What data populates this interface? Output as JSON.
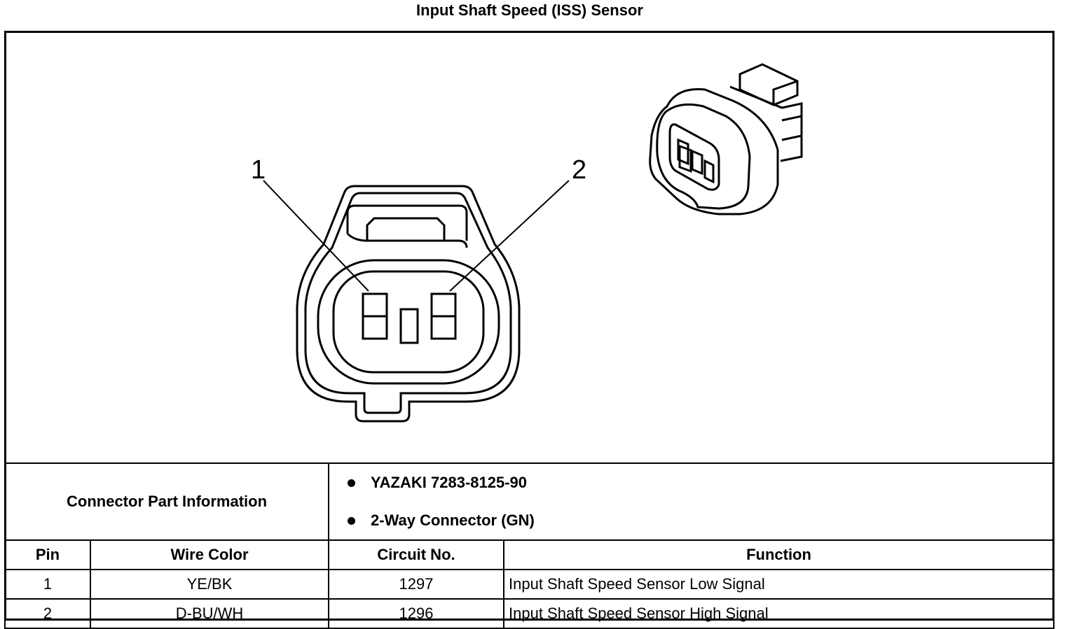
{
  "title": "Input Shaft Speed (ISS) Sensor",
  "callouts": {
    "pin1": "1",
    "pin2": "2"
  },
  "connector_info": {
    "label": "Connector Part Information",
    "items": [
      "YAZAKI 7283-8125-90",
      "2-Way Connector (GN)"
    ]
  },
  "table": {
    "headers": [
      "Pin",
      "Wire Color",
      "Circuit No.",
      "Function"
    ],
    "rows": [
      [
        "1",
        "YE/BK",
        "1297",
        "Input Shaft Speed Sensor Low Signal"
      ],
      [
        "2",
        "D-BU/WH",
        "1296",
        "Input Shaft Speed Sensor High Signal"
      ]
    ]
  }
}
